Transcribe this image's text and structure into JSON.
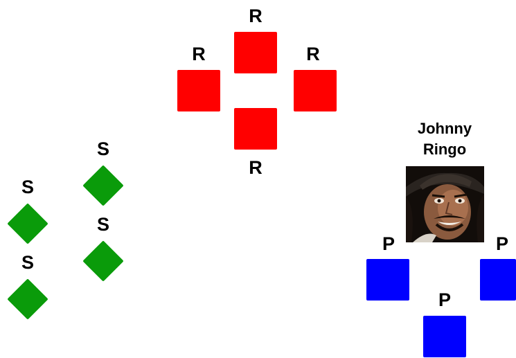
{
  "colors": {
    "r": "#ff0000",
    "s": "#0a9b0a",
    "p": "#0000ff"
  },
  "r_group": {
    "labels": [
      "R",
      "R",
      "R",
      "R"
    ]
  },
  "s_group": {
    "labels": [
      "S",
      "S",
      "S",
      "S"
    ]
  },
  "p_group": {
    "labels": [
      "P",
      "P",
      "P"
    ]
  },
  "person": {
    "name_line1": "Johnny",
    "name_line2": "Ringo",
    "portrait_icon": "person-portrait"
  }
}
